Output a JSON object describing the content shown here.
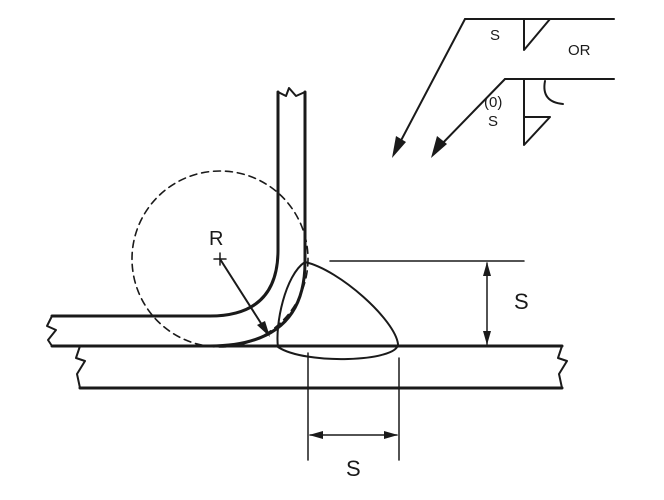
{
  "labels": {
    "radius": "R",
    "size_vertical": "S",
    "size_horizontal": "S",
    "symbol_size_top": "S",
    "symbol_or": "OR",
    "symbol_zero": "(0)",
    "symbol_size_bottom": "S"
  },
  "colors": {
    "ink": "#1a1a1a",
    "background": "#ffffff"
  }
}
